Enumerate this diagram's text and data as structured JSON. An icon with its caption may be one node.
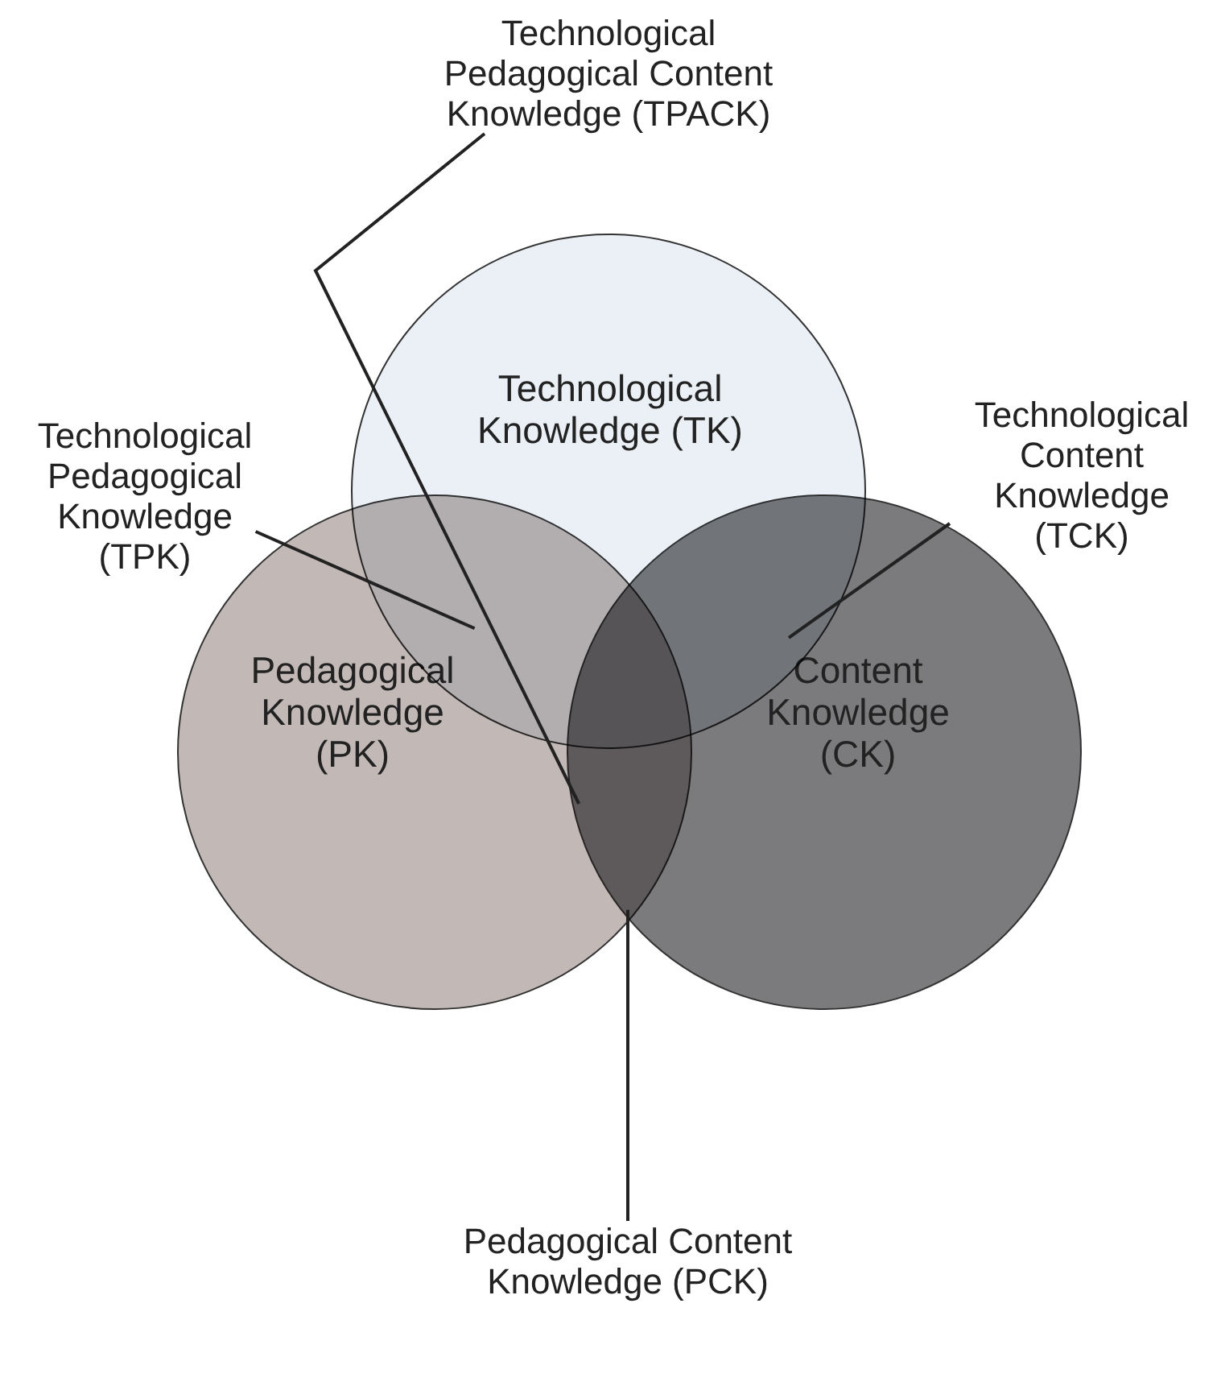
{
  "diagram": {
    "nodes": [
      {
        "text": [
          "Technological Pedagogical Content Knowledge (TPACK)"
        ]
      },
      {
        "text": [
          "Technological Pedagogical Knowledge (TPK)"
        ]
      },
      {
        "text": [
          "Technological Knowledge (TK)"
        ]
      },
      {
        "text": [
          "Technological Content Knowledge (TCK)"
        ]
      },
      {
        "text": [
          "Pedagogical Knowledge (PK)"
        ]
      },
      {
        "text": [
          "Content Knowledge (CK)"
        ]
      },
      {
        "text": [
          "Pedagogical Content Knowledge (PCK)"
        ]
      }
    ],
    "edges": [
      {
        "from": 0,
        "to": 4,
        "arrow": "none"
      },
      {
        "from": 1,
        "to": 2,
        "arrow": "none"
      },
      {
        "from": 3,
        "to": 2,
        "arrow": "none"
      },
      {
        "from": 6,
        "to": 4,
        "arrow": "none"
      }
    ]
  }
}
